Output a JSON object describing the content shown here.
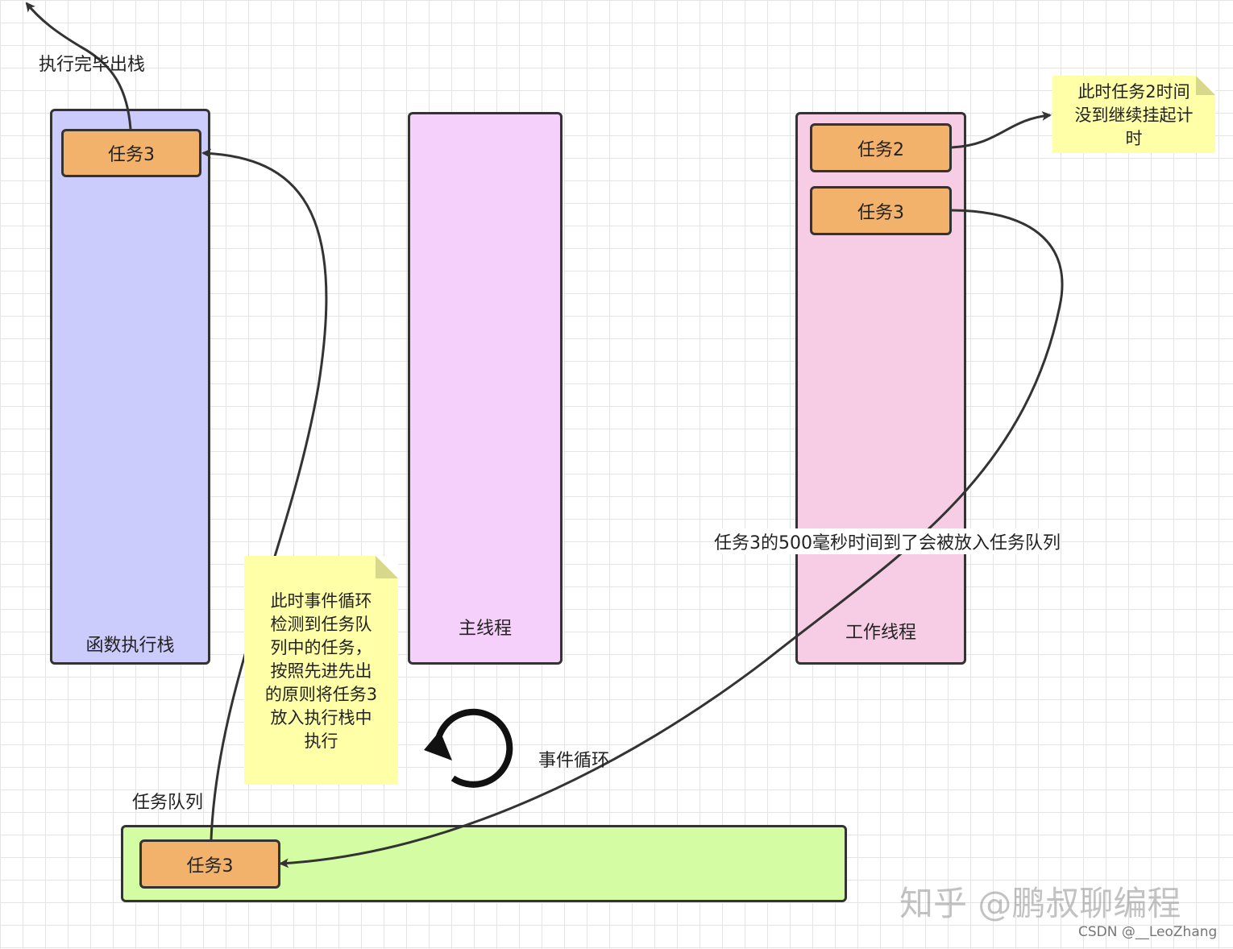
{
  "columns": {
    "call_stack": {
      "label": "函数执行栈",
      "color": "#ccccfc"
    },
    "main_thread": {
      "label": "主线程",
      "color": "#f5d0fa"
    },
    "worker_thread": {
      "label": "工作线程",
      "color": "#f7cde6"
    },
    "task_queue": {
      "label": "任务队列",
      "color": "#d4fca2"
    }
  },
  "tasks": {
    "stack_task": "任务3",
    "worker_task_a": "任务2",
    "worker_task_b": "任务3",
    "queue_task": "任务3"
  },
  "labels": {
    "pop_label": "执行完毕出栈",
    "timer_label": "任务3的500毫秒时间到了会被放入任务队列",
    "event_loop_label": "事件循环"
  },
  "notes": {
    "suspend_note": [
      "此时任务2时间",
      "没到继续挂起计",
      "时"
    ],
    "event_loop_note": [
      "此时事件循环",
      "检测到任务队",
      "列中的任务，",
      "按照先进先出",
      "的原则将任务3",
      "放入执行栈中",
      "执行"
    ]
  },
  "watermark": "知乎 @鹏叔聊编程",
  "credit": "CSDN @__LeoZhang",
  "colors": {
    "task": "#f3b26b",
    "note": "#ffffa8",
    "stroke": "#333333"
  }
}
